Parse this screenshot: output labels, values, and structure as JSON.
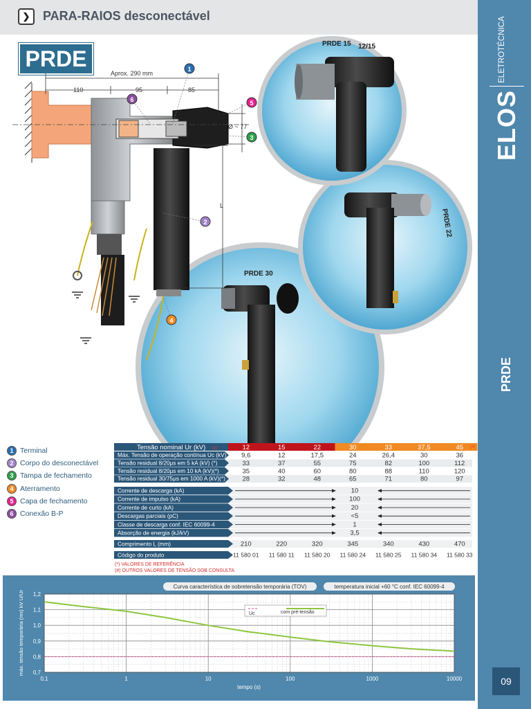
{
  "header": {
    "title": "PARA-RAIOS desconectável",
    "nav_icon": "chevron-right"
  },
  "sidebar": {
    "company": "ELETROTÉCNICA",
    "brand": "ELOS",
    "section": "PRDE",
    "page": "09"
  },
  "product_label": "PRDE",
  "drawing": {
    "approx": "Aprox. 290 mm",
    "dim_110": "110",
    "dim_95": "95",
    "dim_85": "85",
    "dim_diam": "Ø ~ 77",
    "dim_L": "L"
  },
  "callouts": [
    "1",
    "2",
    "3",
    "4",
    "5",
    "6"
  ],
  "photos": {
    "prde15": "PRDE 15",
    "prde15b": "12/15",
    "prde22": "PRDE 22",
    "prde30": "PRDE 30"
  },
  "legend": [
    {
      "num": "1",
      "label": "Terminal",
      "color": "#2a6fb0"
    },
    {
      "num": "2",
      "label": "Corpo do desconectável",
      "color": "#a084c8"
    },
    {
      "num": "3",
      "label": "Tampa de fechamento",
      "color": "#2e9e4a"
    },
    {
      "num": "4",
      "label": "Aterramento",
      "color": "#f08a24"
    },
    {
      "num": "5",
      "label": "Capa de fechamento",
      "color": "#e2238e"
    },
    {
      "num": "6",
      "label": "Conexão B-P",
      "color": "#8b4f9e"
    }
  ],
  "table": {
    "header_label": "Tensão nominal Ur (kV)",
    "header_mark": "(#)",
    "side_mark": "(#)",
    "columns": [
      "12",
      "15",
      "22",
      "30",
      "33",
      "37,5",
      "45"
    ],
    "col_colors": [
      "#c0141c",
      "#c0141c",
      "#c0141c",
      "#f08a24",
      "#f08a24",
      "#f08a24",
      "#f08a24"
    ],
    "rows1": [
      {
        "label": "Máx. Tensão de operação contínua Uc (kV)",
        "values": [
          "9,6",
          "12",
          "17,5",
          "24",
          "26,4",
          "30",
          "36"
        ]
      },
      {
        "label": "Tensão residual 8/20μs em 5 kA (kV) (*)",
        "values": [
          "33",
          "37",
          "55",
          "75",
          "82",
          "100",
          "112"
        ]
      },
      {
        "label": "Tensão residual 8/20μs em 10 kA (kV)(*)",
        "values": [
          "35",
          "40",
          "60",
          "80",
          "88",
          "110",
          "120"
        ]
      },
      {
        "label": "Tensão residual 30/75μs em 1000 A (kV)(*)",
        "values": [
          "28",
          "32",
          "48",
          "65",
          "71",
          "80",
          "97"
        ]
      }
    ],
    "rows2": [
      {
        "label": "Corrente de descarga (kA)",
        "value": "10"
      },
      {
        "label": "Corrente de impulso (kA)",
        "value": "100"
      },
      {
        "label": "Corrente de curto (kA)",
        "value": "20"
      },
      {
        "label": "Descargas parciais (pC)",
        "value": "<5"
      },
      {
        "label": "Classe de descarga conf. IEC 60099-4",
        "value": "1"
      },
      {
        "label": "Absorção de energia (kJ/kV)",
        "value": "3,5"
      }
    ],
    "length": {
      "label": "Comprimento L (mm)",
      "values": [
        "210",
        "220",
        "320",
        "345",
        "340",
        "430",
        "470"
      ]
    },
    "code": {
      "label": "Código do produto",
      "values": [
        "11 580 01",
        "11 580 11",
        "11 580 20",
        "11 580 24",
        "11 580 25",
        "11 580 34",
        "11 580 33"
      ]
    },
    "notes": [
      "(*) VALORES DE REFERÊNCIA",
      "(#) OUTROS VALORES DE TENSÃO SOB CONSULTA"
    ]
  },
  "chart_data": {
    "type": "line",
    "title": "Curva característica de sobretensão temporária (TOV)",
    "subtitle": "temperatura inicial +60 °C conf. IEC 60099-4",
    "xlabel": "tempo (s)",
    "ylabel": "máx. tensão temporária (ms) kV U/Ur",
    "x_scale": "log",
    "xlim": [
      0.1,
      10000
    ],
    "ylim": [
      0.7,
      1.2
    ],
    "xticks": [
      "0,1",
      "1",
      "10",
      "100",
      "1000",
      "10000"
    ],
    "yticks": [
      "0,7",
      "0,8",
      "0,9",
      "1,0",
      "1,1",
      "1,2"
    ],
    "grid": true,
    "legend_position": "top-center",
    "series": [
      {
        "name": "com pré-tensão",
        "color": "#8dc63f",
        "style": "solid",
        "x": [
          0.1,
          0.3,
          1,
          3,
          10,
          30,
          100,
          300,
          1000,
          3000,
          10000
        ],
        "y": [
          1.15,
          1.12,
          1.09,
          1.05,
          1.0,
          0.96,
          0.925,
          0.895,
          0.87,
          0.85,
          0.835
        ]
      },
      {
        "name": "Uc",
        "color": "#d94a8c",
        "style": "dashed",
        "x": [
          0.1,
          10000
        ],
        "y": [
          0.8,
          0.8
        ]
      }
    ]
  }
}
